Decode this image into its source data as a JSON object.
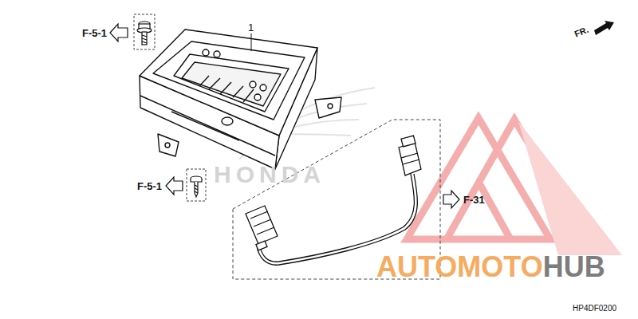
{
  "diagram": {
    "labels": [
      "F-5-1",
      "1",
      "FR.",
      "HONDA",
      "F-5-1",
      "F-31",
      "AUTOMOTO",
      "HUB",
      "HP4DF0200"
    ]
  }
}
